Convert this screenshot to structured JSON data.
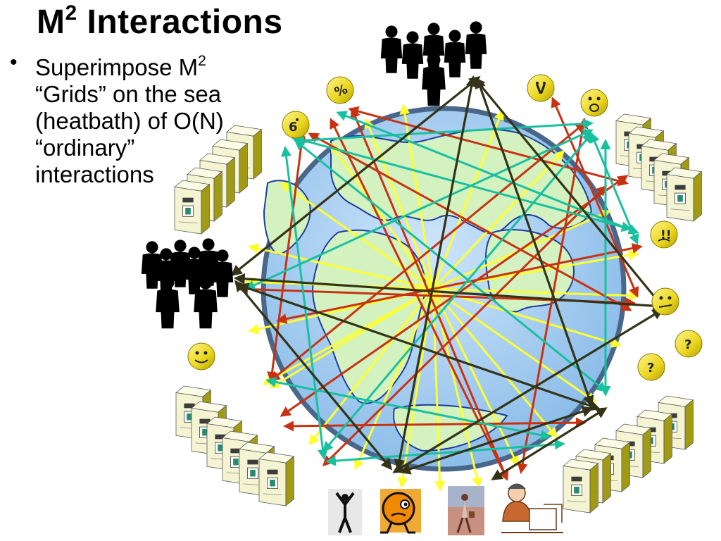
{
  "slide": {
    "title_main": "M",
    "title_sup": "2",
    "title_rest": " Interactions",
    "bullet_symbol": "•",
    "bullet_lines": [
      {
        "pre": "Superimpose M",
        "sup": "2",
        "post": ""
      },
      {
        "pre": "“Grids” on the sea",
        "sup": "",
        "post": ""
      },
      {
        "pre": "(heatbath) of O(N)",
        "sup": "",
        "post": ""
      },
      {
        "pre": "“ordinary”",
        "sup": "",
        "post": ""
      },
      {
        "pre": "interactions",
        "sup": "",
        "post": ""
      }
    ]
  },
  "colors": {
    "yellow_lines": "#ffff2e",
    "red_lines": "#c83212",
    "teal_lines": "#19c0a0",
    "dark_lines": "#333318",
    "ocean": "#9ec9f0",
    "land": "#d3f2c0",
    "coast": "#1f3c9a",
    "smiley": "#e6d31e",
    "server_body": "#f4f4d2",
    "server_side": "#a19a14",
    "people": "#000000"
  },
  "icons": [
    "crowd-icon",
    "smiley-face-icon",
    "server-rack-icon",
    "dancer-photo-icon",
    "cartoon-face-icon",
    "walking-woman-photo-icon",
    "office-worker-clipart-icon"
  ]
}
